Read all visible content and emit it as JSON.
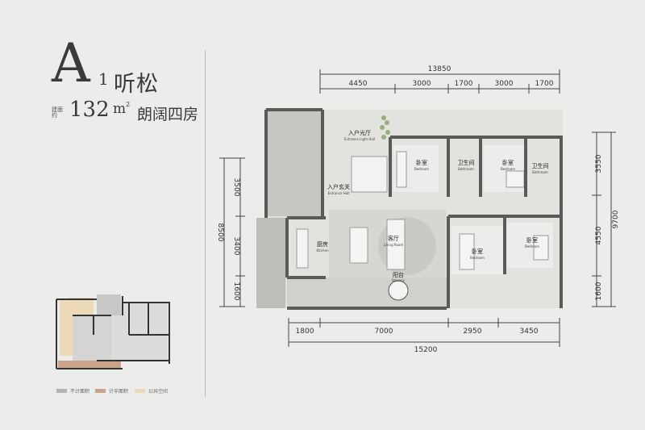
{
  "header": {
    "unit_letter": "A",
    "unit_number": "1",
    "unit_name": "听松",
    "area_label": "建面约",
    "area_value": "132",
    "area_unit": "m",
    "area_sup": "2",
    "layout_name": "朗阔四房"
  },
  "dimensions": {
    "top_total": "13850",
    "top_segments": [
      "4450",
      "3000",
      "1700",
      "3000",
      "1700"
    ],
    "bottom_segments": [
      "1800",
      "7000",
      "2950",
      "3450"
    ],
    "bottom_total": "15200",
    "left_segments": [
      "3500",
      "3400",
      "1600"
    ],
    "left_total": "8500",
    "right_segments": [
      "3550",
      "4550",
      "1600"
    ],
    "right_total": "9700"
  },
  "rooms": {
    "entrance_light_hall": {
      "cn": "入户光厅",
      "en": "Entrance Light Hall"
    },
    "entrance_hall": {
      "cn": "入户玄关",
      "en": "Entrance Hall"
    },
    "bedroom_1": {
      "cn": "卧室",
      "en": "Bedroom"
    },
    "bathroom_1": {
      "cn": "卫生间",
      "en": "Bathroom"
    },
    "bedroom_2": {
      "cn": "卧室",
      "en": "Bedroom"
    },
    "bathroom_2": {
      "cn": "卫生间",
      "en": "Bathroom"
    },
    "kitchen": {
      "cn": "厨房",
      "en": "Kitchen"
    },
    "living_room": {
      "cn": "客厅",
      "en": "Living Room"
    },
    "bedroom_3": {
      "cn": "卧室",
      "en": "Bedroom"
    },
    "bedroom_4": {
      "cn": "卧室",
      "en": "Bedroom"
    },
    "balcony": {
      "cn": "阳台",
      "en": "Balcony"
    }
  },
  "legend": [
    {
      "label": "不计面积",
      "color": "#b4b4b2"
    },
    {
      "label": "计半面积",
      "color": "#c9a48a"
    },
    {
      "label": "公共空间",
      "color": "#ecd9b8"
    }
  ]
}
